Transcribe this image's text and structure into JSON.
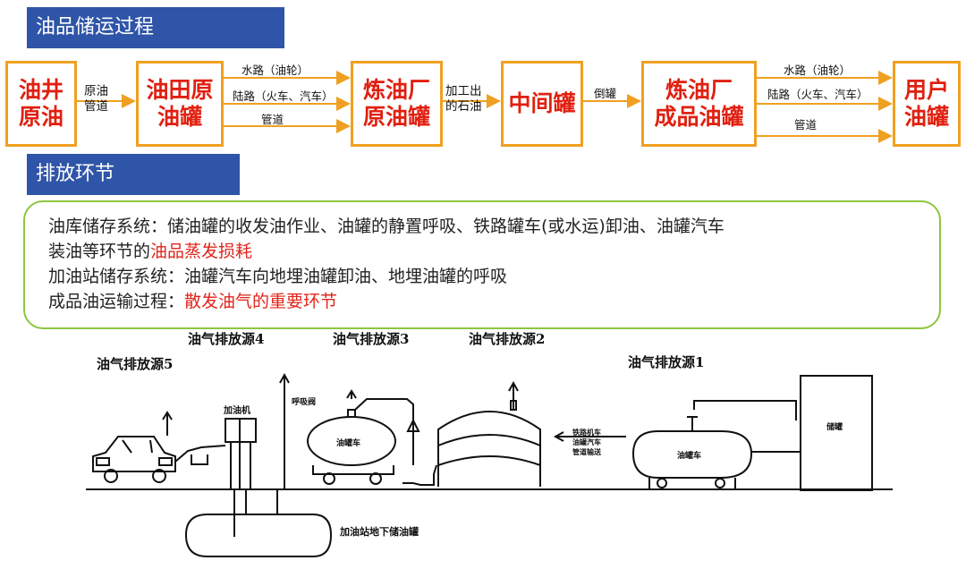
{
  "sections": {
    "storage_title": "油品储运过程",
    "emission_title": "排放环节"
  },
  "flow": {
    "nodes": [
      {
        "lines": [
          "油井",
          "原油"
        ]
      },
      {
        "lines": [
          "油田原",
          "油罐"
        ]
      },
      {
        "lines": [
          "炼油厂",
          "原油罐"
        ]
      },
      {
        "lines": [
          "中间罐"
        ]
      },
      {
        "lines": [
          "炼油厂",
          "成品油罐"
        ]
      },
      {
        "lines": [
          "用户",
          "油罐"
        ]
      }
    ],
    "edges": {
      "e1": [
        "原油",
        "管道"
      ],
      "e2": [
        "水路（油轮）",
        "陆路（火车、汽车）",
        "管道"
      ],
      "e3": [
        "加工出",
        "的石油"
      ],
      "e4": "倒罐",
      "e5": [
        "水路（油轮）",
        "陆路（火车、汽车）",
        "管道"
      ]
    }
  },
  "notes": {
    "l1": "油库储存系统：储油罐的收发油作业、油罐的静置呼吸、铁路罐车(或水运)卸油、油罐汽车",
    "l2a": "装油等环节的",
    "l2b": "油品蒸发损耗",
    "l3": "加油站储存系统：油罐汽车向地埋油罐卸油、地埋油罐的呼吸",
    "l4a": "成品油运输过程：",
    "l4b": "散发油气的重要环节"
  },
  "sketch": {
    "sources": [
      "油气排放源4",
      "油气排放源3",
      "油气排放源2",
      "油气排放源5",
      "油气排放源1"
    ],
    "dispenser": "加油机",
    "breather": "呼吸阀",
    "tanker_truck": "油罐车",
    "rail_lines": [
      "铁路机车",
      "油罐汽车",
      "管道输送"
    ],
    "rail_tank": "油罐车",
    "storage_tank": "储罐",
    "underground": "加油站地下储油罐"
  }
}
